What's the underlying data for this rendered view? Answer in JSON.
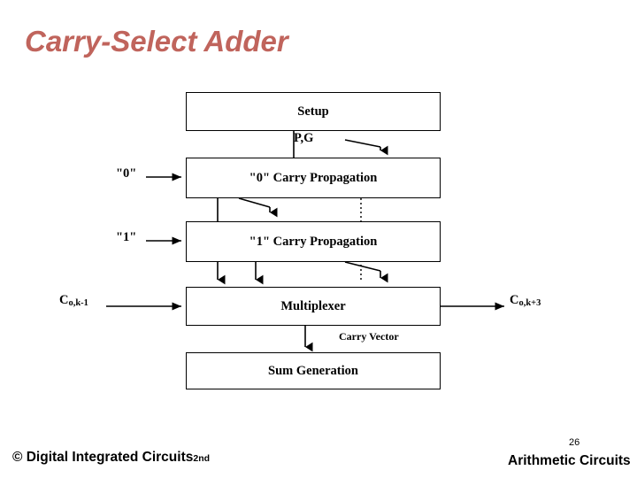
{
  "slide": {
    "title": "Carry-Select Adder",
    "title_color": "#c0645c",
    "page_number": "26",
    "footer_left_symbol": "©",
    "footer_left_text": "Digital Integrated Circuits",
    "footer_left_sup": "2nd",
    "footer_right_text": "Arithmetic Circuits"
  },
  "diagram": {
    "boxes": [
      {
        "id": "setup",
        "label": "Setup"
      },
      {
        "id": "carry0",
        "label": "\"0\" Carry Propagation"
      },
      {
        "id": "carry1",
        "label": "\"1\" Carry Propagation"
      },
      {
        "id": "mux",
        "label": "Multiplexer"
      },
      {
        "id": "sum",
        "label": "Sum Generation"
      }
    ],
    "labels": [
      {
        "id": "pg",
        "text": "P,G"
      },
      {
        "id": "const-zero",
        "text": "\"0\""
      },
      {
        "id": "const-one",
        "text": "\"1\""
      },
      {
        "id": "carry-in",
        "text": "C",
        "sub": "o,k-1"
      },
      {
        "id": "carry-out",
        "text": "C",
        "sub": "o,k+3"
      },
      {
        "id": "carry-vector",
        "text": "Carry Vector"
      }
    ]
  }
}
